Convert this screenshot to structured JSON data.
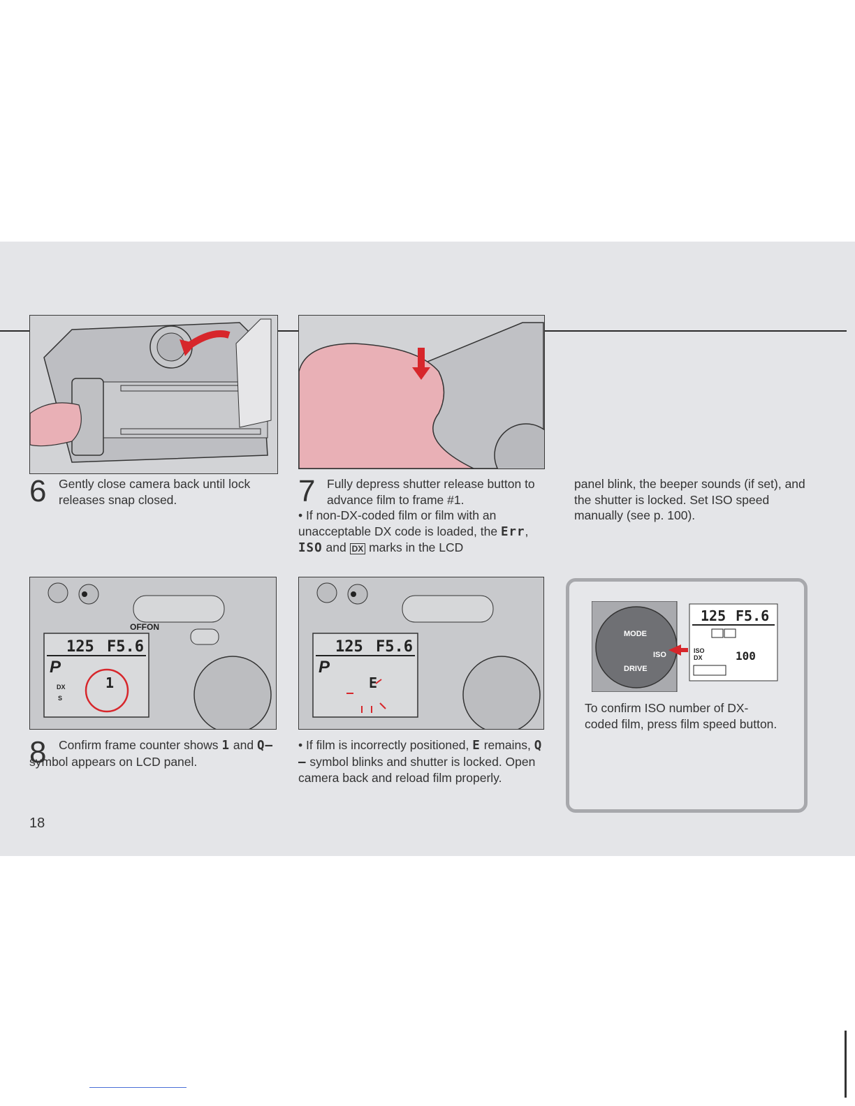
{
  "step6": {
    "number": "6",
    "text": "Gently close camera back until lock releases snap closed."
  },
  "step7": {
    "number": "7",
    "text": "Fully depress shutter release button to advance film to frame #1.",
    "bullet_prefix": "• If non-DX-coded film or film with an unacceptable DX code is loaded, the",
    "err_mark": "Err",
    "comma": ",",
    "iso_mark": "ISO",
    "and_word": "and",
    "dx_mark": "DX",
    "bullet_suffix": "marks in the LCD",
    "continuation": "panel blink, the beeper sounds (if set), and the shutter is locked. Set ISO speed manually (see p. 100)."
  },
  "step8": {
    "number": "8",
    "text_a": "Confirm frame counter shows",
    "frame_mark": "1",
    "text_b": "and",
    "symbol_mark": "Q—",
    "text_c": "symbol appears on LCD panel."
  },
  "note": {
    "prefix": "• If film is incorrectly positioned,",
    "e_mark": "E",
    "mid": "remains,",
    "symbol_mark": "Q—",
    "suffix": "symbol blinks and shutter is locked. Open camera back and reload film properly."
  },
  "tip": {
    "text": "To confirm ISO number of DX-coded film, press film speed button."
  },
  "lcd": {
    "shutter": "125",
    "aperture": "F5.6",
    "mode": "P",
    "switch_off": "OFF",
    "switch_on": "ON",
    "frame_ok": "1",
    "frame_err": "E",
    "dx": "DX",
    "s": "S",
    "iso_value": "100",
    "iso_label": "ISO",
    "dx_label": "DX"
  },
  "buttons": {
    "mode": "MODE",
    "iso": "ISO",
    "drive": "DRIVE"
  },
  "page_number": "18",
  "colors": {
    "accent_red": "#d7262b",
    "finger_pink": "#e9b0b6",
    "page_bg": "#e4e5e8"
  }
}
